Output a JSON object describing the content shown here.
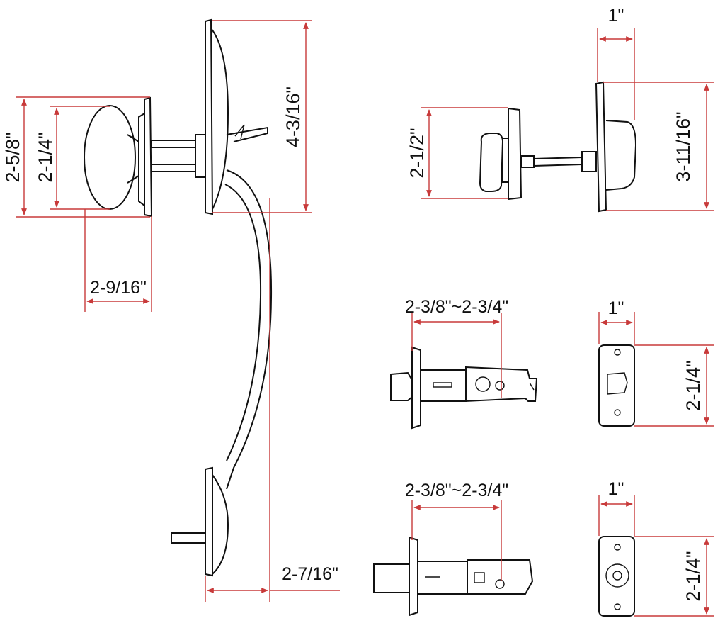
{
  "colors": {
    "dimension_line": "#c83a3a",
    "drawing": "#111111",
    "background": "#ffffff"
  },
  "dimensions": {
    "knob_rose_height": "2-5/8\"",
    "knob_height": "2-1/4\"",
    "knob_projection": "2-9/16\"",
    "handle_plate_height": "4-3/16\"",
    "handle_projection": "2-7/16\"",
    "deadbolt_thumbturn_height": "2-1/2\"",
    "deadbolt_rose_width": "1\"",
    "deadbolt_rose_height": "3-11/16\"",
    "latch_backset": "2-3/8\"~2-3/4\"",
    "strike_width": "1\"",
    "strike_height": "2-1/4\"",
    "deadbolt_backset": "2-3/8\"~2-3/4\"",
    "deadbolt_strike_width": "1\"",
    "deadbolt_strike_height": "2-1/4\""
  }
}
